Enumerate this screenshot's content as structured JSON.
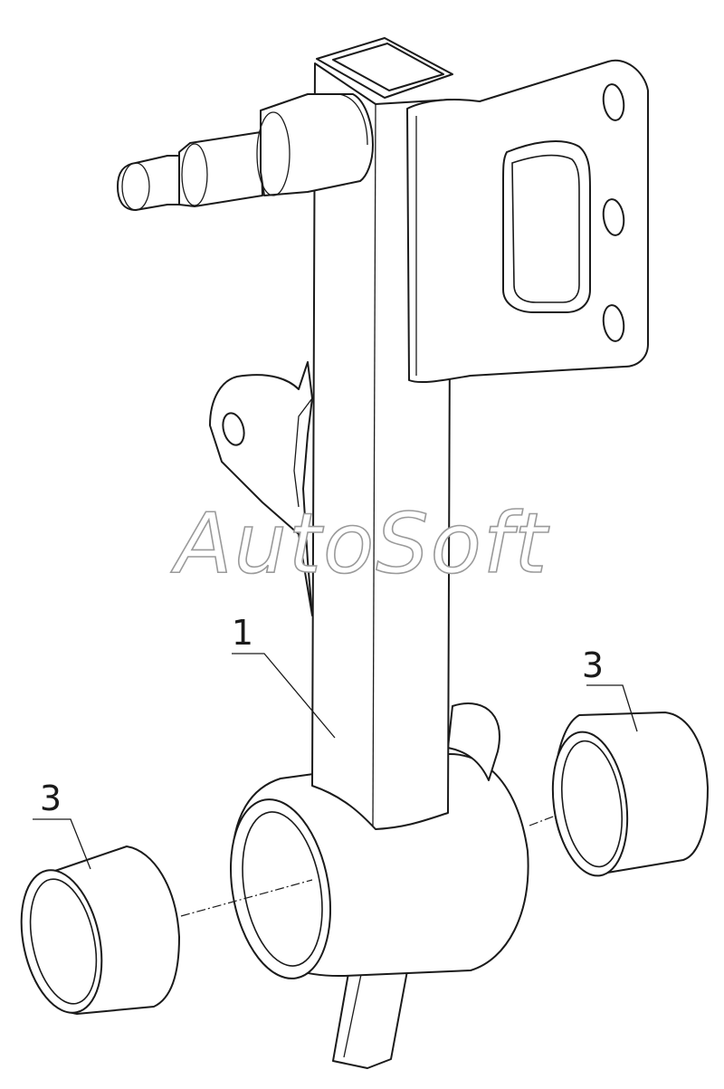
{
  "watermark": "AutoSoft",
  "callouts": [
    {
      "id": "arm",
      "label": "1"
    },
    {
      "id": "bushing-left",
      "label": "3"
    },
    {
      "id": "bushing-right",
      "label": "3"
    }
  ]
}
